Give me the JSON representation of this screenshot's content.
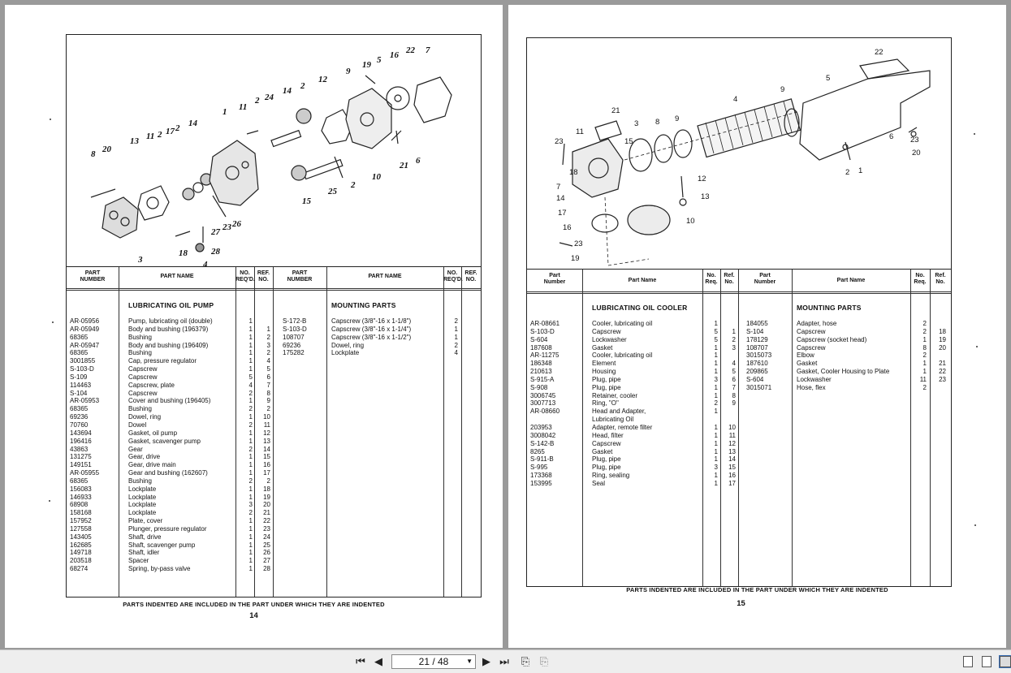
{
  "viewer": {
    "page_indicator": "21 / 48",
    "icons": [
      "first-page-icon",
      "prev-page-icon",
      "next-page-icon",
      "last-page-icon",
      "page-back-icon",
      "page-forward-icon",
      "single-page-view-icon",
      "continuous-view-icon",
      "two-page-view-icon"
    ]
  },
  "left": {
    "headers": {
      "part_number": "PART\nNUMBER",
      "part_name": "PART NAME",
      "no_reqd": "NO.\nREQ'D.",
      "ref_no": "REF.\nNO.",
      "part_number2": "PART\nNUMBER",
      "part_name2": "PART NAME",
      "no_reqd2": "NO.\nREQ'D.",
      "ref_no2": "REF.\nNO."
    },
    "section1": "LUBRICATING OIL PUMP",
    "section2": "MOUNTING PARTS",
    "rows1": [
      {
        "num": "AR-05956",
        "name": "Pump, lubricating oil (double)",
        "qty": "1",
        "ref": ""
      },
      {
        "num": "AR-05949",
        "name": "Body and bushing (196379)",
        "qty": "1",
        "ref": "1"
      },
      {
        "num": "68365",
        "name": "Bushing",
        "qty": "1",
        "ref": "2"
      },
      {
        "num": "AR-05947",
        "name": "Body and bushing (196409)",
        "qty": "1",
        "ref": "3"
      },
      {
        "num": "68365",
        "name": "Bushing",
        "qty": "1",
        "ref": "2"
      },
      {
        "num": "3001855",
        "name": "Cap, pressure regulator",
        "qty": "1",
        "ref": "4"
      },
      {
        "num": "S-103-D",
        "name": "Capscrew",
        "qty": "1",
        "ref": "5"
      },
      {
        "num": "S-109",
        "name": "Capscrew",
        "qty": "5",
        "ref": "6"
      },
      {
        "num": "114463",
        "name": "Capscrew, plate",
        "qty": "4",
        "ref": "7"
      },
      {
        "num": "S-104",
        "name": "Capscrew",
        "qty": "2",
        "ref": "8"
      },
      {
        "num": "AR-05953",
        "name": "Cover and bushing (196405)",
        "qty": "1",
        "ref": "9"
      },
      {
        "num": "68365",
        "name": "Bushing",
        "qty": "2",
        "ref": "2"
      },
      {
        "num": "69236",
        "name": "Dowel, ring",
        "qty": "1",
        "ref": "10"
      },
      {
        "num": "70760",
        "name": "Dowel",
        "qty": "2",
        "ref": "11"
      },
      {
        "num": "143694",
        "name": "Gasket, oil pump",
        "qty": "1",
        "ref": "12"
      },
      {
        "num": "196416",
        "name": "Gasket, scavenger pump",
        "qty": "1",
        "ref": "13"
      },
      {
        "num": "43863",
        "name": "Gear",
        "qty": "2",
        "ref": "14"
      },
      {
        "num": "131275",
        "name": "Gear, drive",
        "qty": "1",
        "ref": "15"
      },
      {
        "num": "149151",
        "name": "Gear, drive main",
        "qty": "1",
        "ref": "16"
      },
      {
        "num": "AR-05955",
        "name": "Gear and bushing (162607)",
        "qty": "1",
        "ref": "17"
      },
      {
        "num": "68365",
        "name": "Bushing",
        "qty": "2",
        "ref": "2"
      },
      {
        "num": "156083",
        "name": "Lockplate",
        "qty": "1",
        "ref": "18"
      },
      {
        "num": "146933",
        "name": "Lockplate",
        "qty": "1",
        "ref": "19"
      },
      {
        "num": "68908",
        "name": "Lockplate",
        "qty": "3",
        "ref": "20"
      },
      {
        "num": "158168",
        "name": "Lockplate",
        "qty": "2",
        "ref": "21"
      },
      {
        "num": "157952",
        "name": "Plate, cover",
        "qty": "1",
        "ref": "22"
      },
      {
        "num": "127558",
        "name": "Plunger, pressure regulator",
        "qty": "1",
        "ref": "23"
      },
      {
        "num": "143405",
        "name": "Shaft, drive",
        "qty": "1",
        "ref": "24"
      },
      {
        "num": "162685",
        "name": "Shaft, scavenger pump",
        "qty": "1",
        "ref": "25"
      },
      {
        "num": "149718",
        "name": "Shaft, idler",
        "qty": "1",
        "ref": "26"
      },
      {
        "num": "203518",
        "name": "Spacer",
        "qty": "1",
        "ref": "27"
      },
      {
        "num": "68274",
        "name": "Spring, by-pass valve",
        "qty": "1",
        "ref": "28"
      }
    ],
    "rows2": [
      {
        "num": "S-172-B",
        "name": "Capscrew (3/8\"-16 x 1-1/8\")",
        "qty": "2",
        "ref": ""
      },
      {
        "num": "S-103-D",
        "name": "Capscrew (3/8\"-16 x 1-1/4\")",
        "qty": "1",
        "ref": ""
      },
      {
        "num": "108707",
        "name": "Capscrew (3/8\"-16 x 1-1/2\")",
        "qty": "1",
        "ref": ""
      },
      {
        "num": "69236",
        "name": "Dowel, ring",
        "qty": "2",
        "ref": ""
      },
      {
        "num": "175282",
        "name": "Lockplate",
        "qty": "4",
        "ref": ""
      }
    ],
    "callouts": [
      "8",
      "20",
      "13",
      "11",
      "2",
      "17",
      "2",
      "14",
      "1",
      "11",
      "2",
      "24",
      "14",
      "2",
      "12",
      "9",
      "19",
      "5",
      "16",
      "22",
      "7",
      "3",
      "18",
      "4",
      "28",
      "27",
      "23",
      "26",
      "15",
      "25",
      "2",
      "10",
      "21",
      "6"
    ],
    "footer": "PARTS INDENTED ARE INCLUDED IN THE PART UNDER WHICH THEY ARE INDENTED",
    "page_number": "14"
  },
  "right": {
    "headers": {
      "part_number": "Part\nNumber",
      "part_name": "Part Name",
      "no_req": "No.\nReq.",
      "ref_no": "Ref.\nNo.",
      "part_number2": "Part\nNumber",
      "part_name2": "Part Name",
      "no_req2": "No.\nReq.",
      "ref_no2": "Ref.\nNo."
    },
    "section1": "LUBRICATING OIL COOLER",
    "section2": "MOUNTING PARTS",
    "rows1": [
      {
        "num": "AR-08661",
        "name": "Cooler, lubricating oil",
        "qty": "1",
        "ref": ""
      },
      {
        "num": "S-103-D",
        "name": "Capscrew",
        "qty": "5",
        "ref": "1"
      },
      {
        "num": "S-604",
        "name": "Lockwasher",
        "qty": "5",
        "ref": "2"
      },
      {
        "num": "187608",
        "name": "Gasket",
        "qty": "1",
        "ref": "3"
      },
      {
        "num": "AR-11275",
        "name": "Cooler, lubricating oil",
        "qty": "1",
        "ref": ""
      },
      {
        "num": "186348",
        "name": "Element",
        "qty": "1",
        "ref": "4"
      },
      {
        "num": "210613",
        "name": "Housing",
        "qty": "1",
        "ref": "5"
      },
      {
        "num": "S-915-A",
        "name": "Plug, pipe",
        "qty": "3",
        "ref": "6"
      },
      {
        "num": "S-908",
        "name": "Plug, pipe",
        "qty": "1",
        "ref": "7"
      },
      {
        "num": "3006745",
        "name": "Retainer, cooler",
        "qty": "1",
        "ref": "8"
      },
      {
        "num": "3007713",
        "name": "Ring, \"O\"",
        "qty": "2",
        "ref": "9"
      },
      {
        "num": "AR-08660",
        "name": "Head and Adapter,",
        "qty": "1",
        "ref": ""
      },
      {
        "num": "",
        "name": "Lubricating Oil",
        "qty": "",
        "ref": ""
      },
      {
        "num": "203953",
        "name": "Adapter, remote filter",
        "qty": "1",
        "ref": "10"
      },
      {
        "num": "3008042",
        "name": "Head, filter",
        "qty": "1",
        "ref": "11"
      },
      {
        "num": "S-142-B",
        "name": "Capscrew",
        "qty": "1",
        "ref": "12"
      },
      {
        "num": "8265",
        "name": "Gasket",
        "qty": "1",
        "ref": "13"
      },
      {
        "num": "S-911-B",
        "name": "Plug, pipe",
        "qty": "1",
        "ref": "14"
      },
      {
        "num": "S-995",
        "name": "Plug, pipe",
        "qty": "3",
        "ref": "15"
      },
      {
        "num": "173368",
        "name": "Ring, sealing",
        "qty": "1",
        "ref": "16"
      },
      {
        "num": "153995",
        "name": "Seal",
        "qty": "1",
        "ref": "17"
      }
    ],
    "rows2": [
      {
        "num": "184055",
        "name": "Adapter, hose",
        "qty": "2",
        "ref": ""
      },
      {
        "num": "S-104",
        "name": "Capscrew",
        "qty": "2",
        "ref": "18"
      },
      {
        "num": "178129",
        "name": "Capscrew (socket head)",
        "qty": "1",
        "ref": "19"
      },
      {
        "num": "108707",
        "name": "Capscrew",
        "qty": "8",
        "ref": "20"
      },
      {
        "num": "3015073",
        "name": "Elbow",
        "qty": "2",
        "ref": ""
      },
      {
        "num": "187610",
        "name": "Gasket",
        "qty": "1",
        "ref": "21"
      },
      {
        "num": "209865",
        "name": "Gasket, Cooler Housing to Plate",
        "qty": "1",
        "ref": "22"
      },
      {
        "num": "S-604",
        "name": "Lockwasher",
        "qty": "11",
        "ref": "23"
      },
      {
        "num": "3015071",
        "name": "Hose, flex",
        "qty": "2",
        "ref": ""
      }
    ],
    "callouts": [
      "22",
      "5",
      "9",
      "4",
      "21",
      "3",
      "8",
      "9",
      "11",
      "23",
      "15",
      "18",
      "7",
      "14",
      "17",
      "16",
      "23",
      "19",
      "12",
      "13",
      "10",
      "6",
      "23",
      "20",
      "2",
      "1"
    ],
    "footer": "PARTS INDENTED ARE INCLUDED IN THE PART UNDER WHICH THEY ARE INDENTED",
    "page_number": "15"
  }
}
